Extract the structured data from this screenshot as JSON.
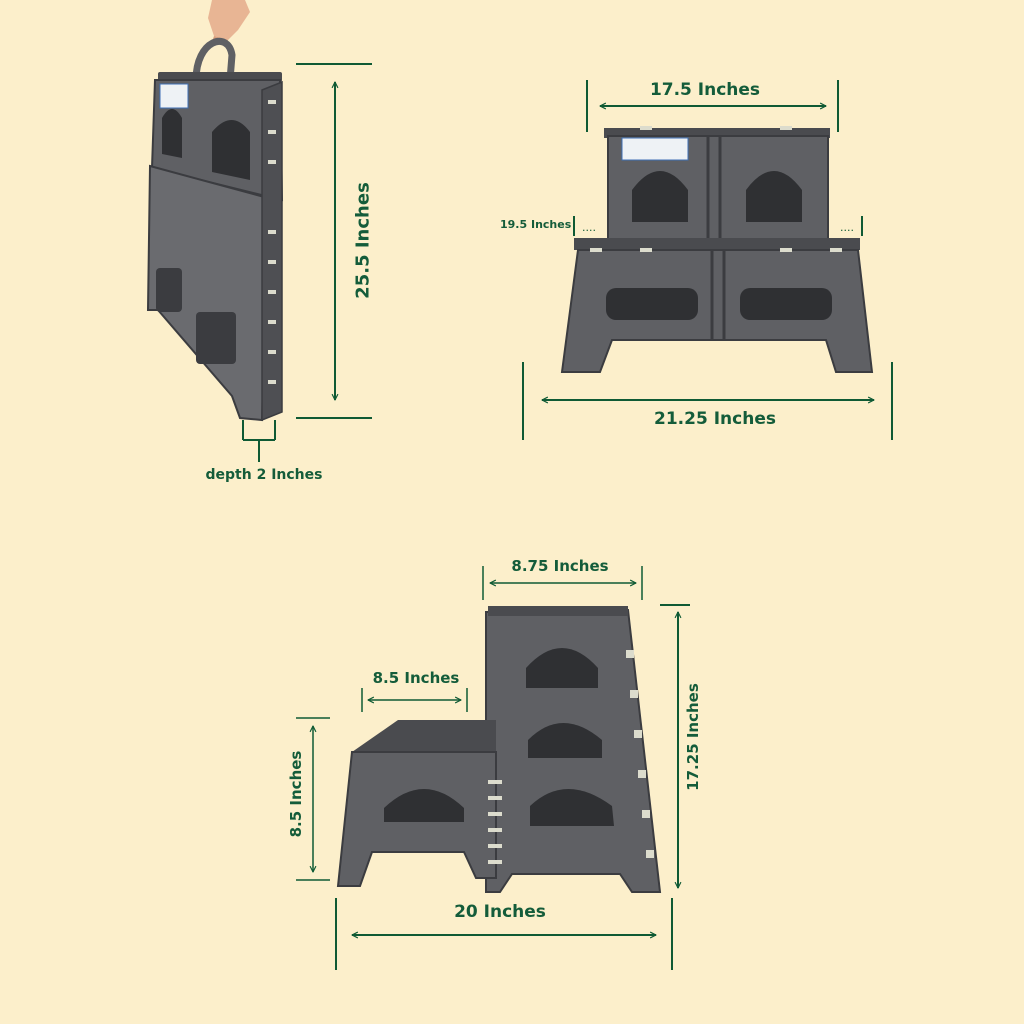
{
  "colors": {
    "background": "#fcefcb",
    "dimension_line": "#0f5a34",
    "stool_body": "#5f6064",
    "stool_dark": "#3b3c40",
    "stool_light": "#76777b",
    "hinge_accent": "#dcdccd",
    "skin": "#e8b594"
  },
  "icons": {
    "dimension_arrow": "double-arrow-icon",
    "hand": "hand-icon"
  },
  "views": {
    "folded": {
      "height_label": "25.5 Inches",
      "depth_label": "depth 2 Inches"
    },
    "front": {
      "top_width_label": "17.5 Inches",
      "step_height_label": "19.5 Inches",
      "base_width_label": "21.25 Inches"
    },
    "side": {
      "top_depth_label": "8.75 Inches",
      "step_depth_label": "8.5 Inches",
      "step_height_label": "8.5 Inches",
      "total_height_label": "17.25 Inches",
      "base_depth_label": "20 Inches"
    }
  }
}
